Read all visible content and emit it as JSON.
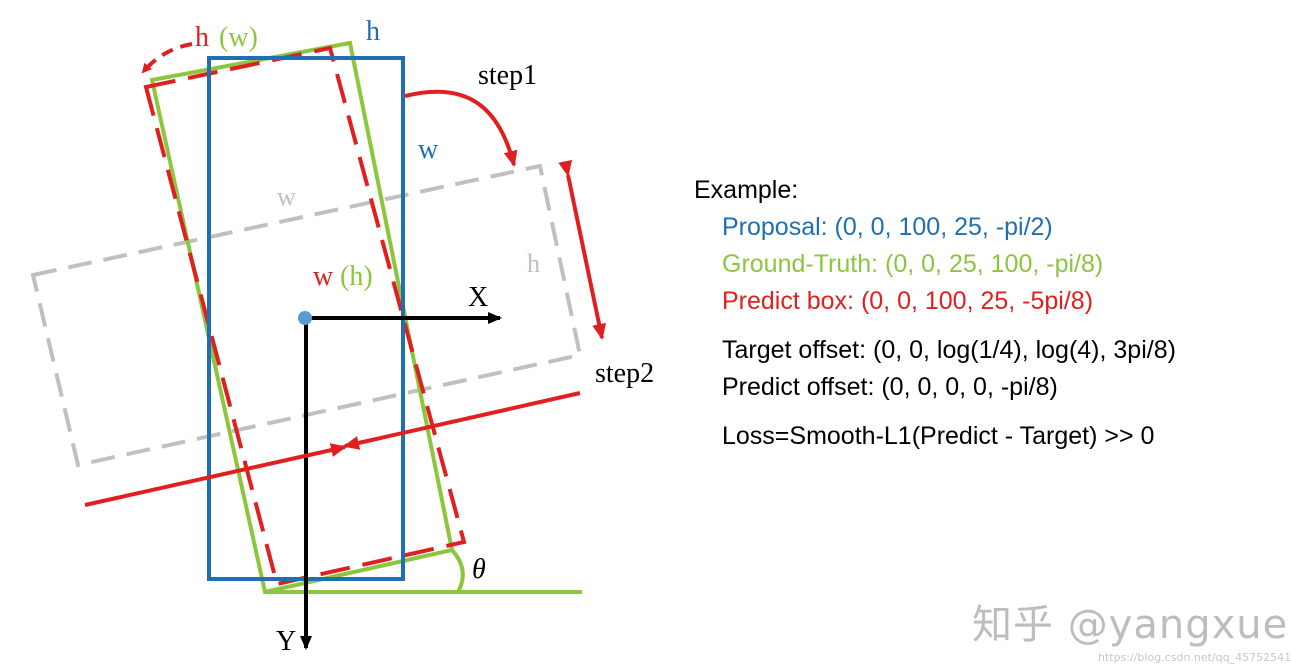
{
  "diagram": {
    "labels": {
      "top_red_h": "h",
      "top_green_w": "(w)",
      "blue_h": "h",
      "blue_w": "w",
      "gray_w": "w",
      "gray_h": "h",
      "mid_red_w": "w",
      "mid_green_h": "(h)",
      "x_axis": "X",
      "y_axis": "Y",
      "step1": "step1",
      "step2": "step2",
      "theta": "θ"
    },
    "colors": {
      "proposal_blue": "#1f6fb2",
      "ground_truth_green": "#8cc63f",
      "predict_red": "#e02020",
      "gray_dashed": "#c0c0c0",
      "axis_black": "#000000",
      "center_dot": "#5b9bd5"
    }
  },
  "example": {
    "heading": "Example:",
    "proposal": "Proposal: (0, 0, 100, 25, -pi/2)",
    "ground_truth": "Ground-Truth: (0, 0, 25, 100, -pi/8)",
    "predict": "Predict box: (0, 0, 100, 25, -5pi/8)",
    "target_offset": "Target offset: (0, 0, log(1/4), log(4), 3pi/8)",
    "predict_offset": "Predict offset: (0, 0, 0, 0, -pi/8)",
    "loss": "Loss=Smooth-L1(Predict - Target) >> 0"
  },
  "watermark": {
    "main": "知乎 @yangxue",
    "url": "https://blog.csdn.net/qq_45752541"
  }
}
